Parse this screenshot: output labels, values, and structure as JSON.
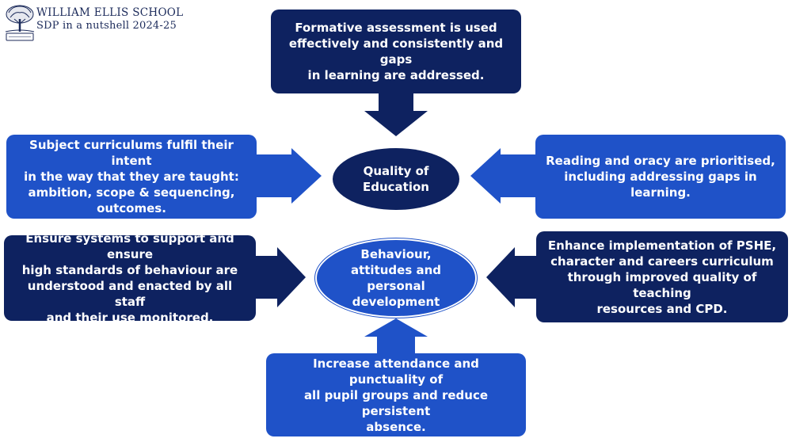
{
  "header": {
    "school_name": "WILLIAM ELLIS SCHOOL",
    "subtitle": "SDP in a nutshell 2024-25"
  },
  "centers": {
    "quality": "Quality of\nEducation",
    "behaviour": "Behaviour,\nattitudes and\npersonal\ndevelopment"
  },
  "boxes": {
    "top": "Formative assessment is used\neffectively and consistently and gaps\nin learning are addressed.",
    "left_upper": "Subject curriculums fulfil their intent\nin the way that they are taught:\nambition, scope & sequencing,\noutcomes.",
    "right_upper": "Reading and oracy are prioritised,\nincluding addressing gaps in learning.",
    "left_lower": "Ensure systems to support and ensure\nhigh standards of behaviour are\nunderstood and enacted by all staff\nand their use monitored.",
    "right_lower": "Enhance implementation of PSHE,\ncharacter and careers curriculum\nthrough improved quality of teaching\nresources and CPD.",
    "bottom": "Increase attendance and punctuality of\nall pupil groups and reduce persistent\nabsence."
  },
  "colors": {
    "dark_navy": "#0e2260",
    "bright_blue": "#1f52c8"
  }
}
